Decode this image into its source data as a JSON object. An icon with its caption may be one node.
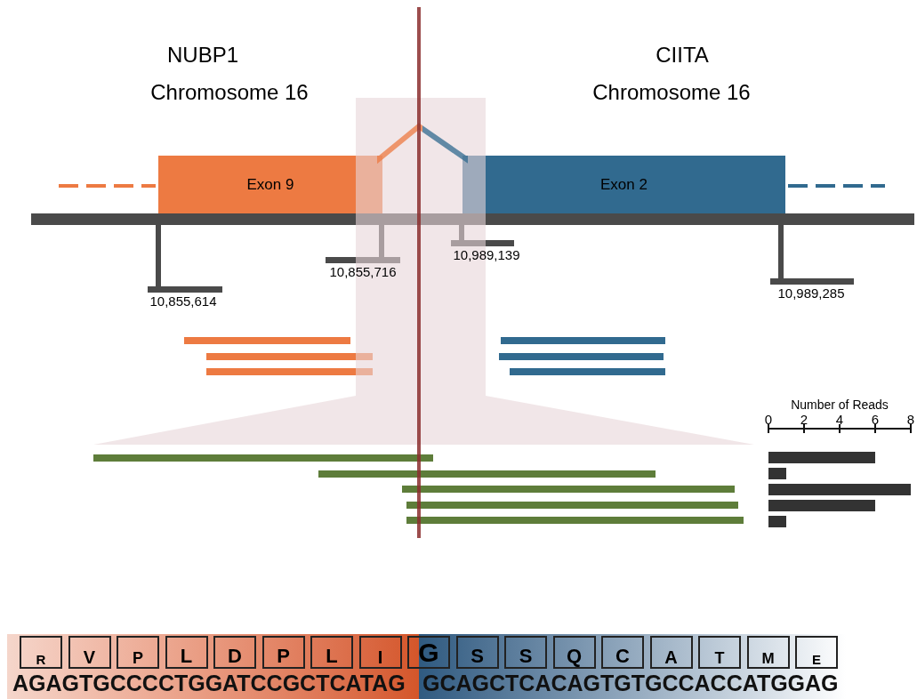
{
  "diagram": {
    "nodes": [
      {
        "text": [
          "Exon 9"
        ]
      },
      {
        "text": [
          "Exon 2"
        ]
      }
    ],
    "edges": [
      {
        "from": 0,
        "to": 1,
        "arrow": "none"
      }
    ],
    "labels": [
      "NUBP1",
      "Chromosome 16",
      "CIITA",
      "Chromosome 16",
      "10,855,614",
      "10,855,716",
      "10,989,139",
      "10,989,285",
      "R",
      "V",
      "P",
      "L",
      "D",
      "P",
      "L",
      "I",
      "G",
      "S",
      "S",
      "Q",
      "C",
      "A",
      "T",
      "M",
      "E",
      "AGAGTGCCCCTGGATCCGCTCATAG",
      "GCAGCTCACAGTGTGCCACCATGGAG"
    ],
    "chart_data": {
      "type": "bar",
      "orientation": "horizontal",
      "xlabel": "Number of Reads",
      "categories": [
        null,
        null,
        null,
        null,
        null
      ],
      "series": [
        {
          "color": "#333333",
          "values": [
            6,
            1,
            8,
            6,
            1
          ]
        }
      ],
      "xticks": [
        0,
        2,
        4,
        6,
        8
      ],
      "xlim": [
        0,
        8
      ]
    }
  }
}
